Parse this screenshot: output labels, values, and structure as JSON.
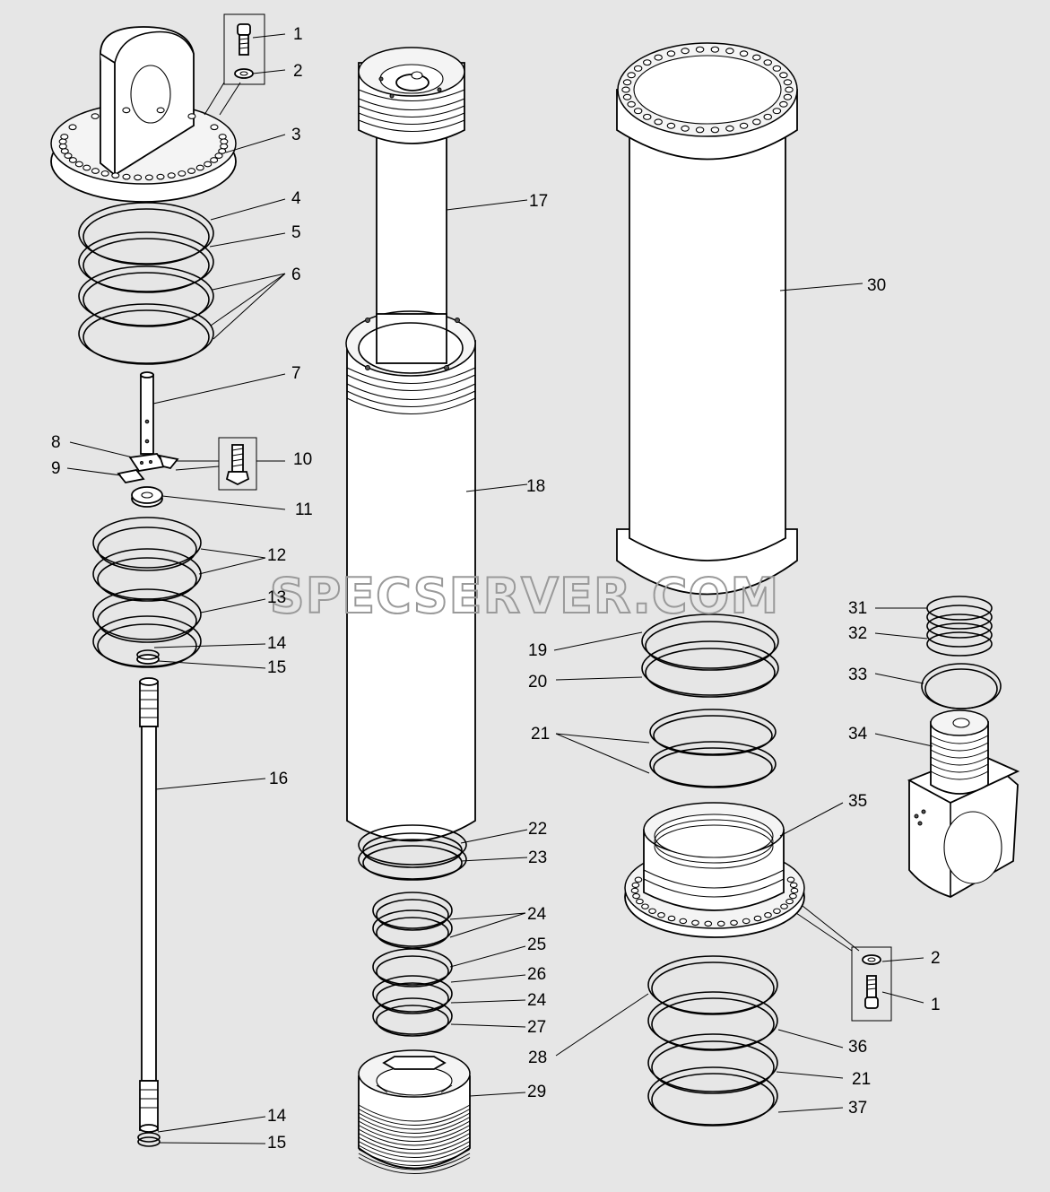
{
  "watermark": "SPECSERVER.COM",
  "labels": [
    {
      "id": "l1a",
      "text": "1"
    },
    {
      "id": "l2a",
      "text": "2"
    },
    {
      "id": "l3",
      "text": "3"
    },
    {
      "id": "l4",
      "text": "4"
    },
    {
      "id": "l5",
      "text": "5"
    },
    {
      "id": "l6",
      "text": "6"
    },
    {
      "id": "l7",
      "text": "7"
    },
    {
      "id": "l8",
      "text": "8"
    },
    {
      "id": "l9",
      "text": "9"
    },
    {
      "id": "l10",
      "text": "10"
    },
    {
      "id": "l11",
      "text": "11"
    },
    {
      "id": "l12",
      "text": "12"
    },
    {
      "id": "l13",
      "text": "13"
    },
    {
      "id": "l14a",
      "text": "14"
    },
    {
      "id": "l15a",
      "text": "15"
    },
    {
      "id": "l16",
      "text": "16"
    },
    {
      "id": "l14b",
      "text": "14"
    },
    {
      "id": "l15b",
      "text": "15"
    },
    {
      "id": "l17",
      "text": "17"
    },
    {
      "id": "l18",
      "text": "18"
    },
    {
      "id": "l22",
      "text": "22"
    },
    {
      "id": "l23",
      "text": "23"
    },
    {
      "id": "l24a",
      "text": "24"
    },
    {
      "id": "l25",
      "text": "25"
    },
    {
      "id": "l26",
      "text": "26"
    },
    {
      "id": "l24b",
      "text": "24"
    },
    {
      "id": "l27",
      "text": "27"
    },
    {
      "id": "l29",
      "text": "29"
    },
    {
      "id": "l30",
      "text": "30"
    },
    {
      "id": "l19",
      "text": "19"
    },
    {
      "id": "l20",
      "text": "20"
    },
    {
      "id": "l21a",
      "text": "21"
    },
    {
      "id": "l35",
      "text": "35"
    },
    {
      "id": "l28",
      "text": "28"
    },
    {
      "id": "l36",
      "text": "36"
    },
    {
      "id": "l21b",
      "text": "21"
    },
    {
      "id": "l37",
      "text": "37"
    },
    {
      "id": "l31",
      "text": "31"
    },
    {
      "id": "l32",
      "text": "32"
    },
    {
      "id": "l33",
      "text": "33"
    },
    {
      "id": "l34",
      "text": "34"
    },
    {
      "id": "l2b",
      "text": "2"
    },
    {
      "id": "l1b",
      "text": "1"
    }
  ]
}
